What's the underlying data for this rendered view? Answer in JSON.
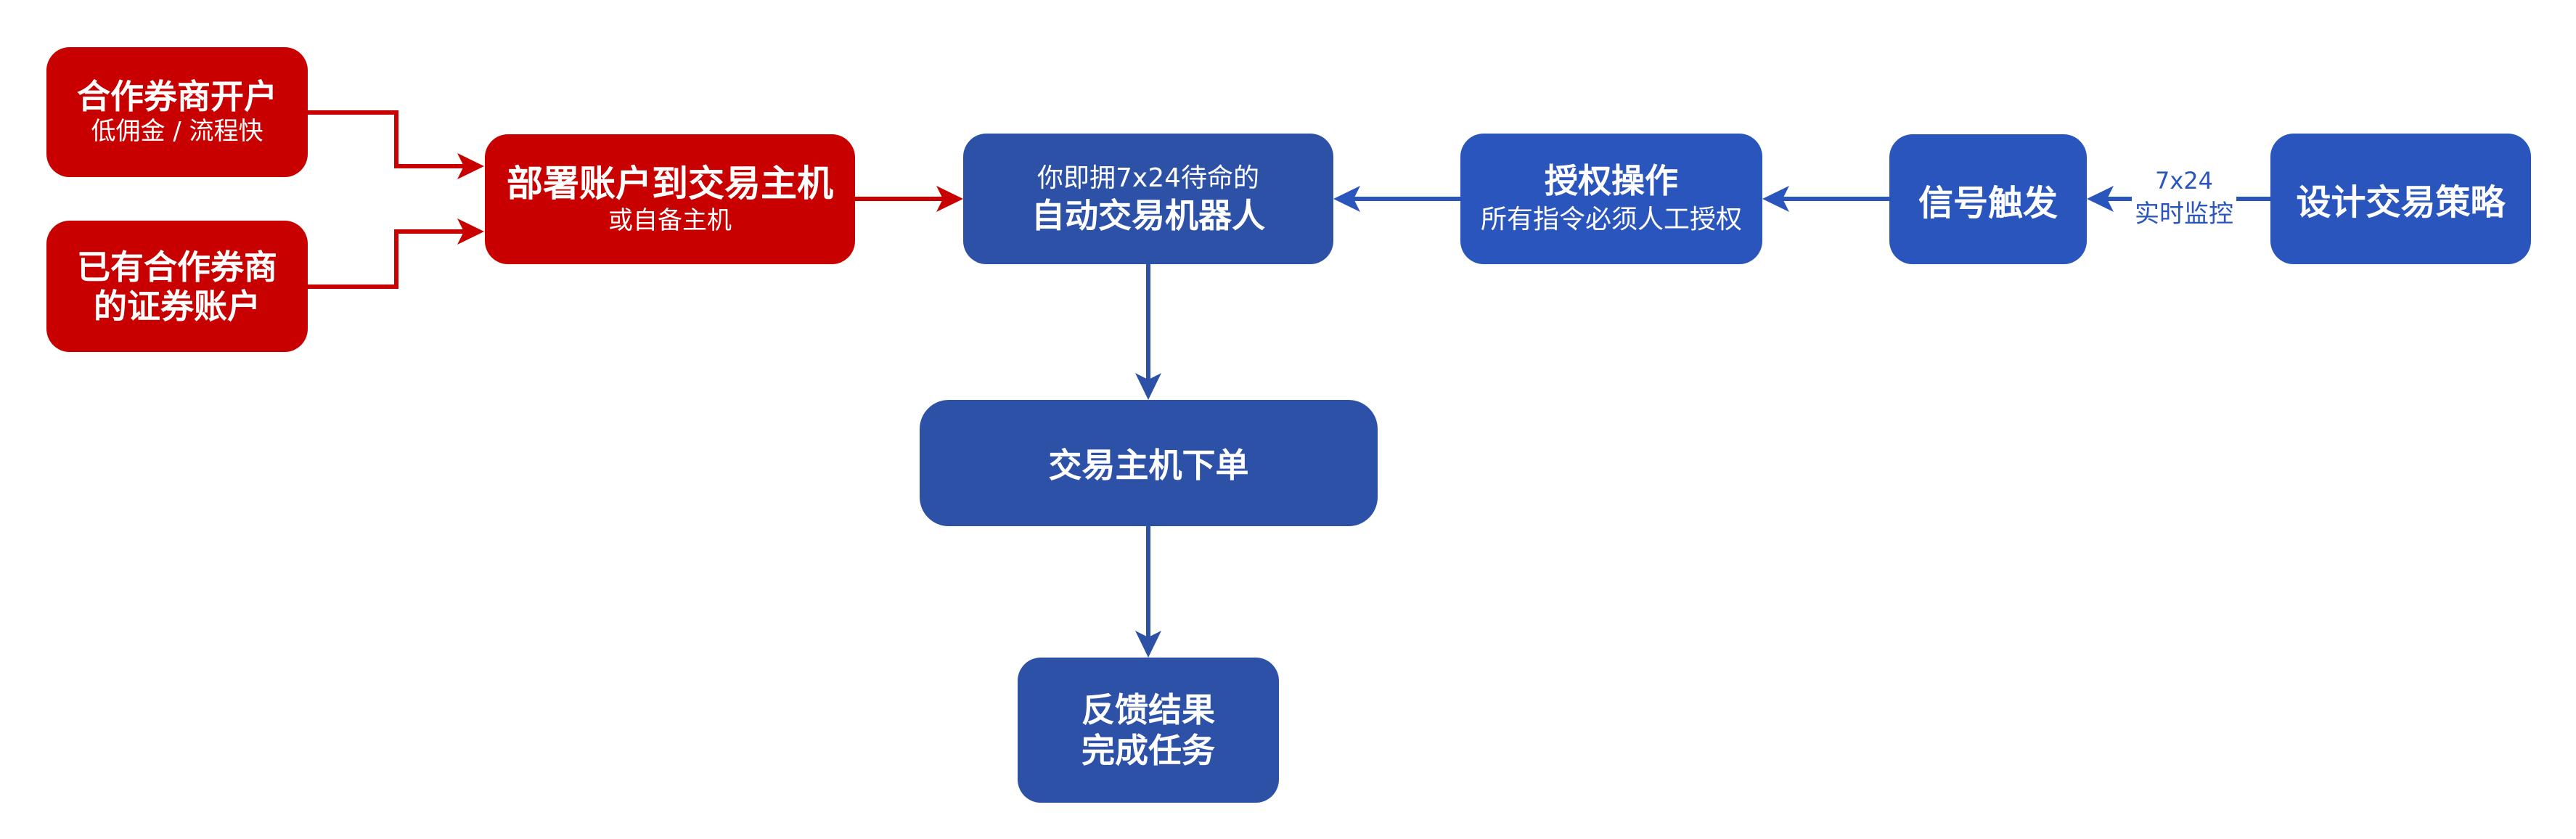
{
  "title": "自动交易机器人流程",
  "colors": {
    "red": "#c80000",
    "blue_dark": "#2e51a8",
    "blue": "#2a55bd",
    "text": "#ffffff"
  },
  "nodes": {
    "open_account": {
      "title": "合作券商开户",
      "subtitle": "低佣金 / 流程快"
    },
    "existing_account": {
      "line1": "已有合作券商",
      "line2": "的证券账户"
    },
    "deploy": {
      "title": "部署账户到交易主机",
      "subtitle": "或自备主机"
    },
    "robot": {
      "subtitle": "你即拥7x24待命的",
      "title": "自动交易机器人"
    },
    "place_order": {
      "title": "交易主机下单"
    },
    "feedback": {
      "line1": "反馈结果",
      "line2": "完成任务"
    },
    "authorize": {
      "title": "授权操作",
      "subtitle": "所有指令必须人工授权"
    },
    "signal": {
      "title": "信号触发"
    },
    "strategy": {
      "title": "设计交易策略"
    }
  },
  "edges": [
    {
      "from": "open_account",
      "to": "deploy",
      "color": "red"
    },
    {
      "from": "existing_account",
      "to": "deploy",
      "color": "red"
    },
    {
      "from": "deploy",
      "to": "robot",
      "color": "red"
    },
    {
      "from": "robot",
      "to": "place_order",
      "color": "blue"
    },
    {
      "from": "place_order",
      "to": "feedback",
      "color": "blue"
    },
    {
      "from": "authorize",
      "to": "robot",
      "color": "blue"
    },
    {
      "from": "signal",
      "to": "authorize",
      "color": "blue"
    },
    {
      "from": "strategy",
      "to": "signal",
      "color": "blue",
      "label_line1": "7x24",
      "label_line2": "实时监控"
    }
  ],
  "edge_label": {
    "line1": "7x24",
    "line2": "实时监控"
  }
}
